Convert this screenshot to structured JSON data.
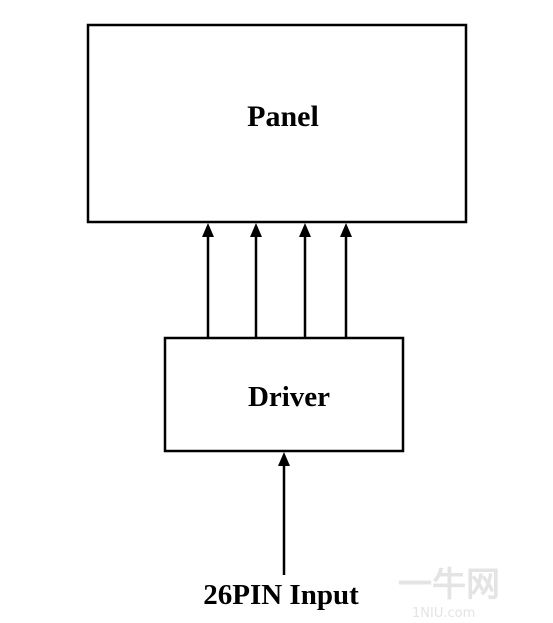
{
  "diagram": {
    "panel_label": "Panel",
    "driver_label": "Driver",
    "input_label": "26PIN Input"
  },
  "watermark": {
    "text": "一牛网",
    "sub": "1NIU.com"
  },
  "colors": {
    "stroke": "#000000",
    "background": "#ffffff",
    "watermark": "#e4e4e4"
  }
}
